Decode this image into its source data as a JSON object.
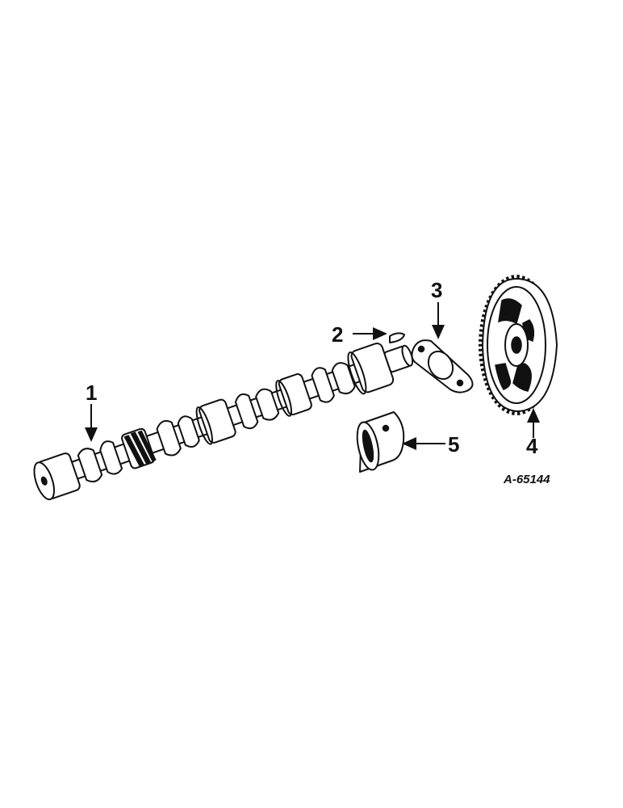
{
  "diagram": {
    "drawing_code": "A-65144",
    "callouts": [
      {
        "id": "1",
        "label": "1",
        "part": "camshaft"
      },
      {
        "id": "2",
        "label": "2",
        "part": "woodruff-key"
      },
      {
        "id": "3",
        "label": "3",
        "part": "thrust-plate"
      },
      {
        "id": "4",
        "label": "4",
        "part": "camshaft-gear"
      },
      {
        "id": "5",
        "label": "5",
        "part": "bushing"
      }
    ],
    "colors": {
      "ink": "#111111",
      "paper": "#ffffff"
    }
  }
}
